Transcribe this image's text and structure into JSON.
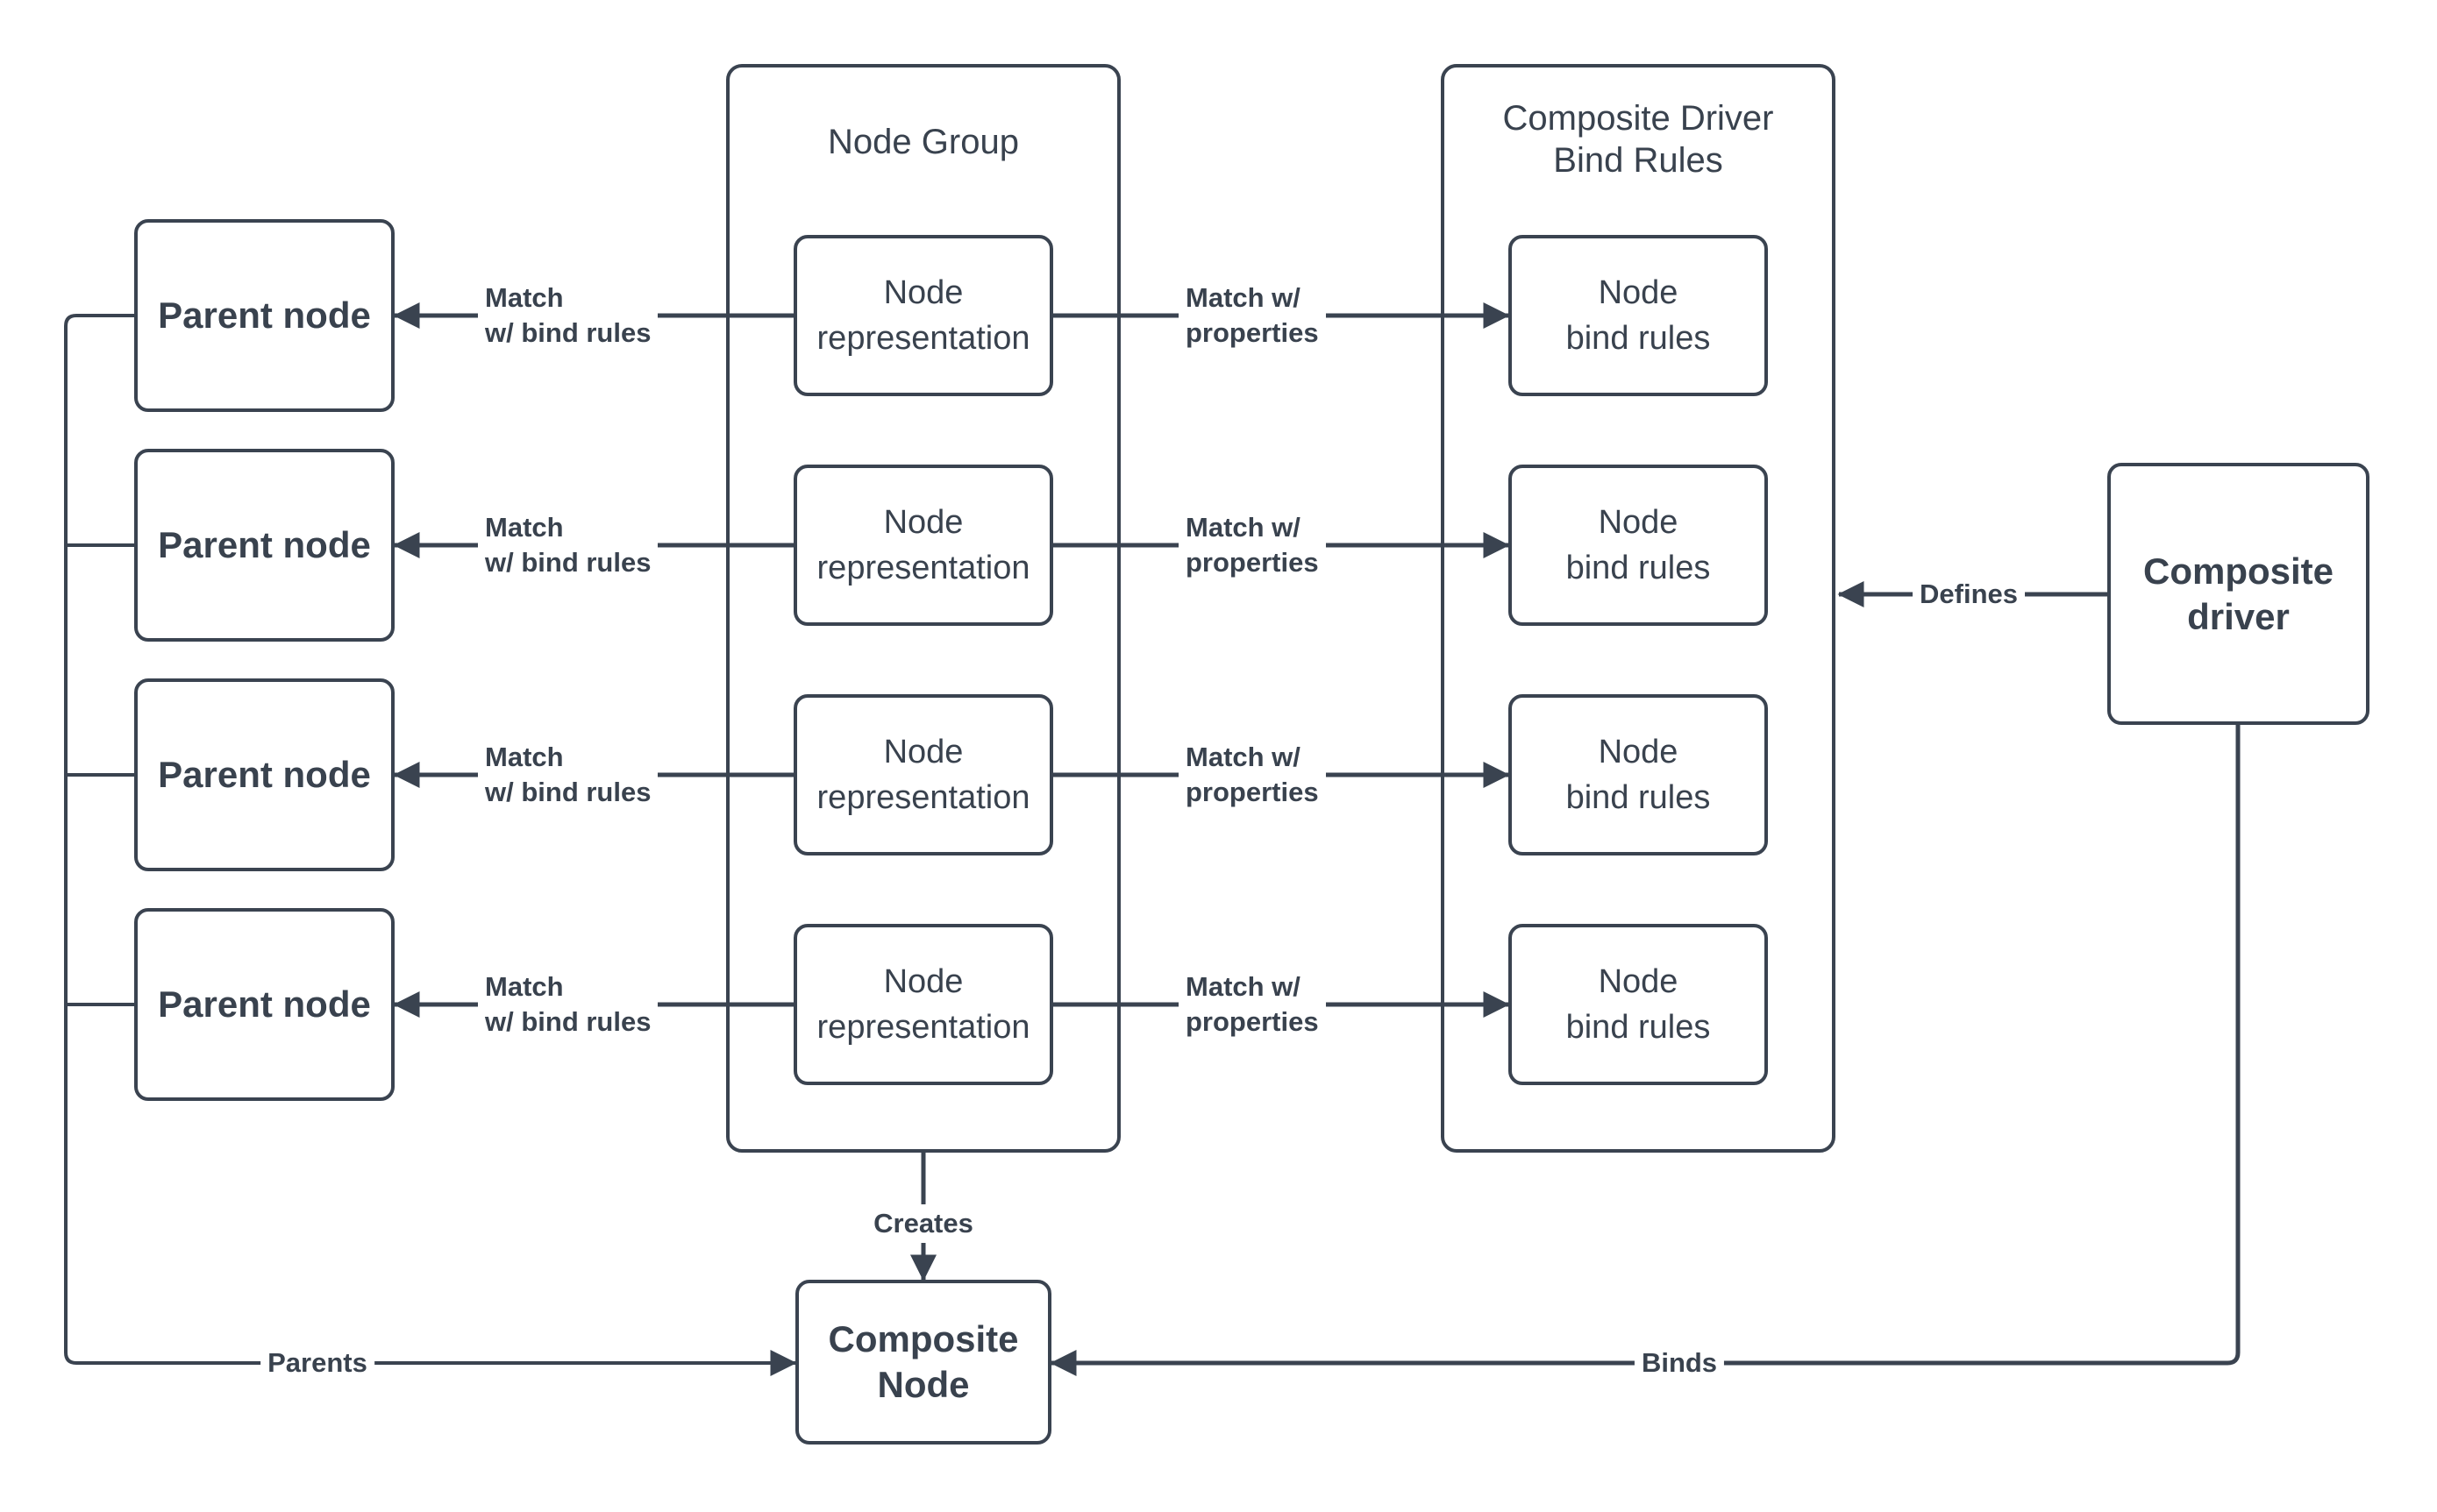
{
  "colors": {
    "stroke": "#3a4350",
    "text": "#39424e",
    "background": "#ffffff"
  },
  "containers": {
    "node_group": {
      "title": "Node Group"
    },
    "bind_rules": {
      "title": "Composite Driver\nBind Rules"
    }
  },
  "rows": [
    {
      "parent": "Parent node",
      "representation": "Node\nrepresentation",
      "bind_rules": "Node\nbind rules",
      "left_label": "Match\nw/ bind rules",
      "right_label": "Match w/\nproperties"
    },
    {
      "parent": "Parent node",
      "representation": "Node\nrepresentation",
      "bind_rules": "Node\nbind rules",
      "left_label": "Match\nw/ bind rules",
      "right_label": "Match w/\nproperties"
    },
    {
      "parent": "Parent node",
      "representation": "Node\nrepresentation",
      "bind_rules": "Node\nbind rules",
      "left_label": "Match\nw/ bind rules",
      "right_label": "Match w/\nproperties"
    },
    {
      "parent": "Parent  node",
      "representation": "Node\nrepresentation",
      "bind_rules": "Node\nbind rules",
      "left_label": "Match\nw/ bind rules",
      "right_label": "Match w/\nproperties"
    }
  ],
  "nodes": {
    "composite_driver": "Composite\ndriver",
    "composite_node": "Composite\nNode"
  },
  "edge_labels": {
    "defines": "Defines",
    "creates": "Creates",
    "parents": "Parents",
    "binds": "Binds"
  }
}
